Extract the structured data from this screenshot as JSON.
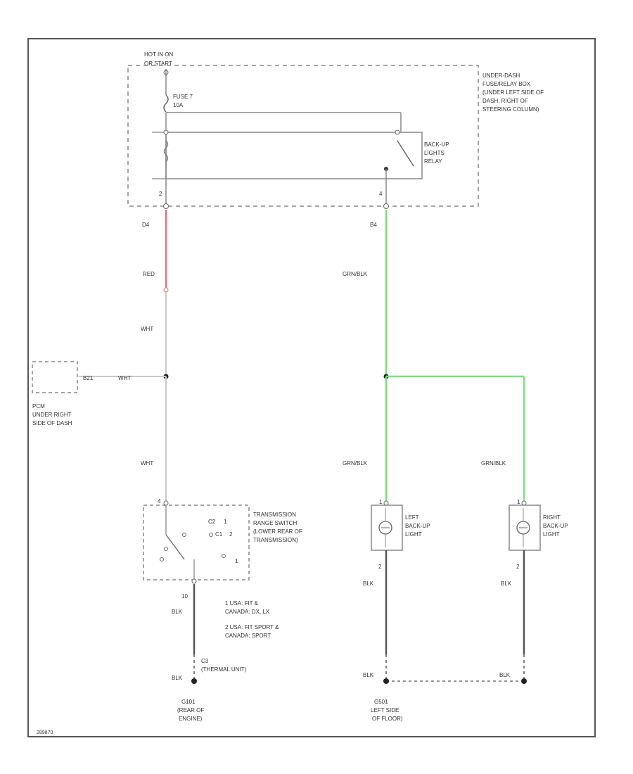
{
  "title_block": {
    "hot_line1": "HOT IN ON",
    "hot_line2": "OR START"
  },
  "fuse_box": {
    "label_lines": [
      "UNDER-DASH",
      "FUSE/RELAY BOX",
      "(UNDER LEFT SIDE OF",
      "DASH, RIGHT OF",
      "STEERING COLUMN)"
    ]
  },
  "fuse": {
    "line1": "FUSE 7",
    "line2": "10A"
  },
  "relay": {
    "label_lines": [
      "BACK-UP",
      "LIGHTS",
      "RELAY"
    ]
  },
  "pins": {
    "fusebox_left": "2",
    "fusebox_right": "4",
    "connector_left": "D4",
    "connector_right": "B4",
    "trans_top": "4",
    "trans_bottom": "10",
    "left_light_top": "1",
    "left_light_bottom": "2",
    "right_light_top": "1",
    "right_light_bottom": "2",
    "pcm_pin": "B21"
  },
  "wires": {
    "red": "RED",
    "wht_upper": "WHT",
    "wht_branch": "WHT",
    "wht_lower": "WHT",
    "grn_upper": "GRN/BLK",
    "grn_left": "GRN/BLK",
    "grn_right": "GRN/BLK",
    "blk_trans": "BLK",
    "blk_trans_ground": "BLK",
    "blk_left": "BLK",
    "blk_right": "BLK",
    "blk_left_ground": "BLK",
    "blk_right_ground": "BLK"
  },
  "pcm": {
    "label_lines": [
      "PCM",
      "UNDER RIGHT",
      "SIDE OF DASH"
    ]
  },
  "transmission_switch": {
    "label_lines": [
      "TRANSMISSION",
      "RANGE SWITCH",
      "(LOWER REAR OF",
      "TRANSMISSION)"
    ],
    "pos1": "1",
    "pos2": "2",
    "pos_c2": "C2",
    "pos_c1": "C1",
    "pos1b": "1"
  },
  "notes": {
    "note1_lines": [
      "1  USA: FIT &",
      "    CANADA: DX, LX"
    ],
    "note2_lines": [
      "2  USA: FIT SPORT &",
      "    CANADA: SPORT"
    ]
  },
  "left_light": {
    "label_lines": [
      "LEFT",
      "BACK-UP",
      "LIGHT"
    ]
  },
  "right_light": {
    "label_lines": [
      "RIGHT",
      "BACK-UP",
      "LIGHT"
    ]
  },
  "ground_trans": {
    "connector_line1": "C3",
    "connector_line2": "(THERMAL UNIT)",
    "label_lines": [
      "G101",
      "(REAR OF",
      "ENGINE)"
    ]
  },
  "ground_floor": {
    "label_lines": [
      "G501",
      "LEFT SIDE",
      "OF FLOOR)"
    ]
  },
  "figure_id": "289870",
  "colors": {
    "red_wire": "#e8707a",
    "green_wire": "#7ee07e",
    "white_wire": "#c8c8c8",
    "black_wire": "#555555",
    "border": "#555555",
    "dashed": "#888888"
  }
}
